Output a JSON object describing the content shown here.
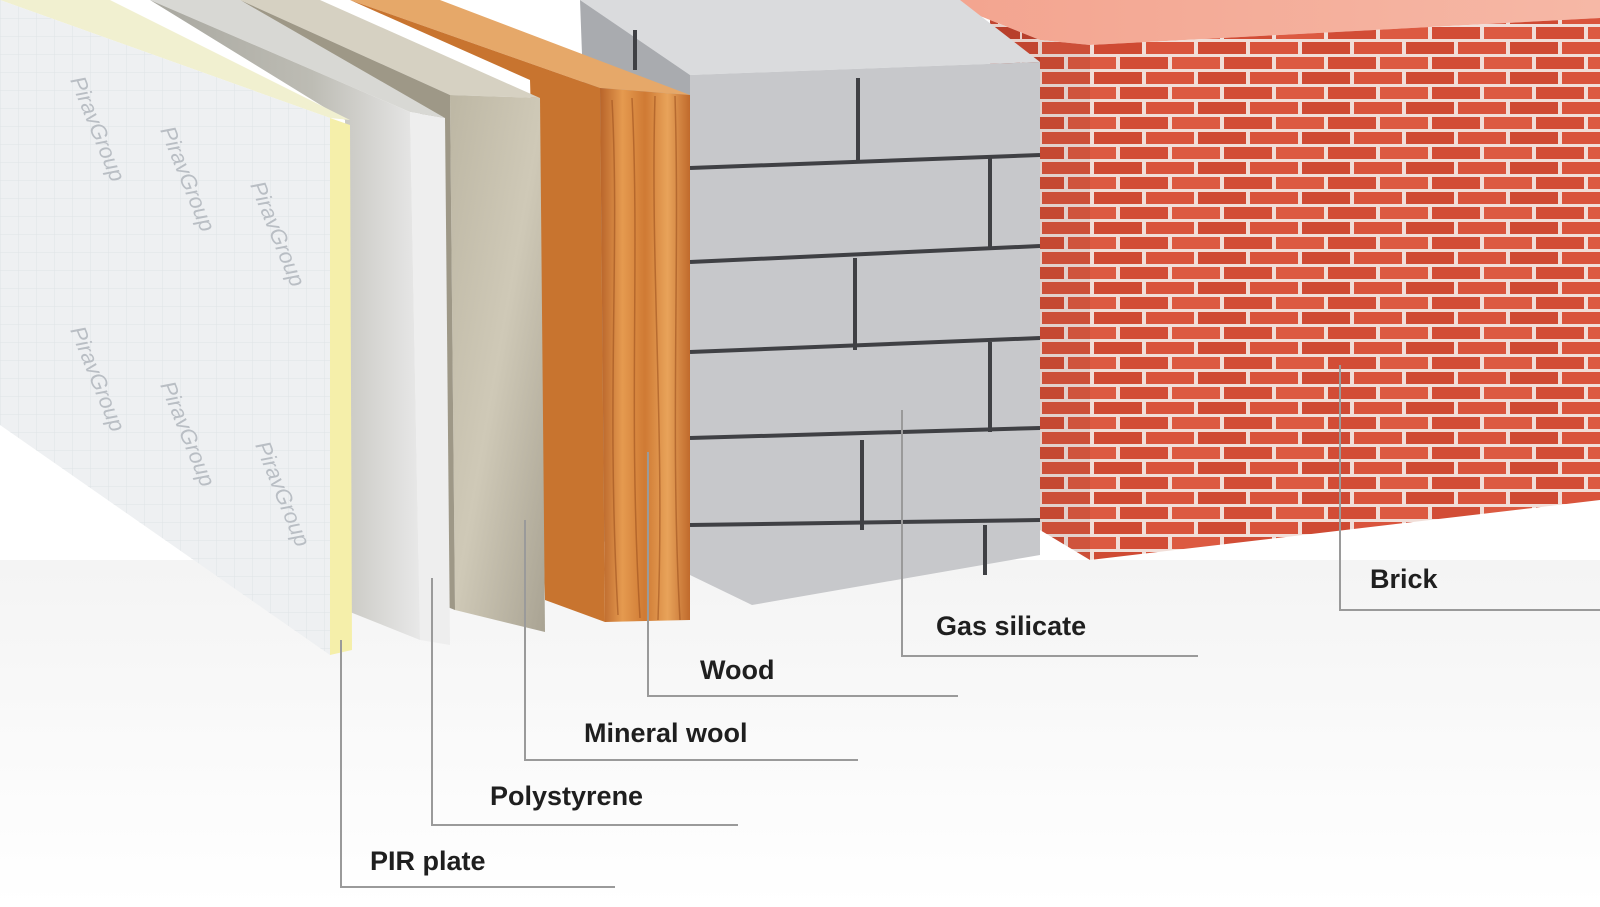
{
  "materials": {
    "pir_plate": {
      "label": "PIR plate",
      "brand_text": "PiravGroup"
    },
    "polystyrene": {
      "label": "Polystyrene"
    },
    "mineral_wool": {
      "label": "Mineral wool"
    },
    "wood": {
      "label": "Wood"
    },
    "gas_silicate": {
      "label": "Gas silicate"
    },
    "brick": {
      "label": "Brick"
    }
  },
  "colors": {
    "pir_face": "#eceff1",
    "pir_edge": "#f3eea5",
    "polystyrene": "#e6e6e6",
    "mineral_wool": "#c9c3b2",
    "wood": "#dc8a3c",
    "gas_silicate": "#c9cacc",
    "brick": "#d8533b",
    "mortar": "#f2e4df",
    "leader_line": "#9a9a9a"
  }
}
